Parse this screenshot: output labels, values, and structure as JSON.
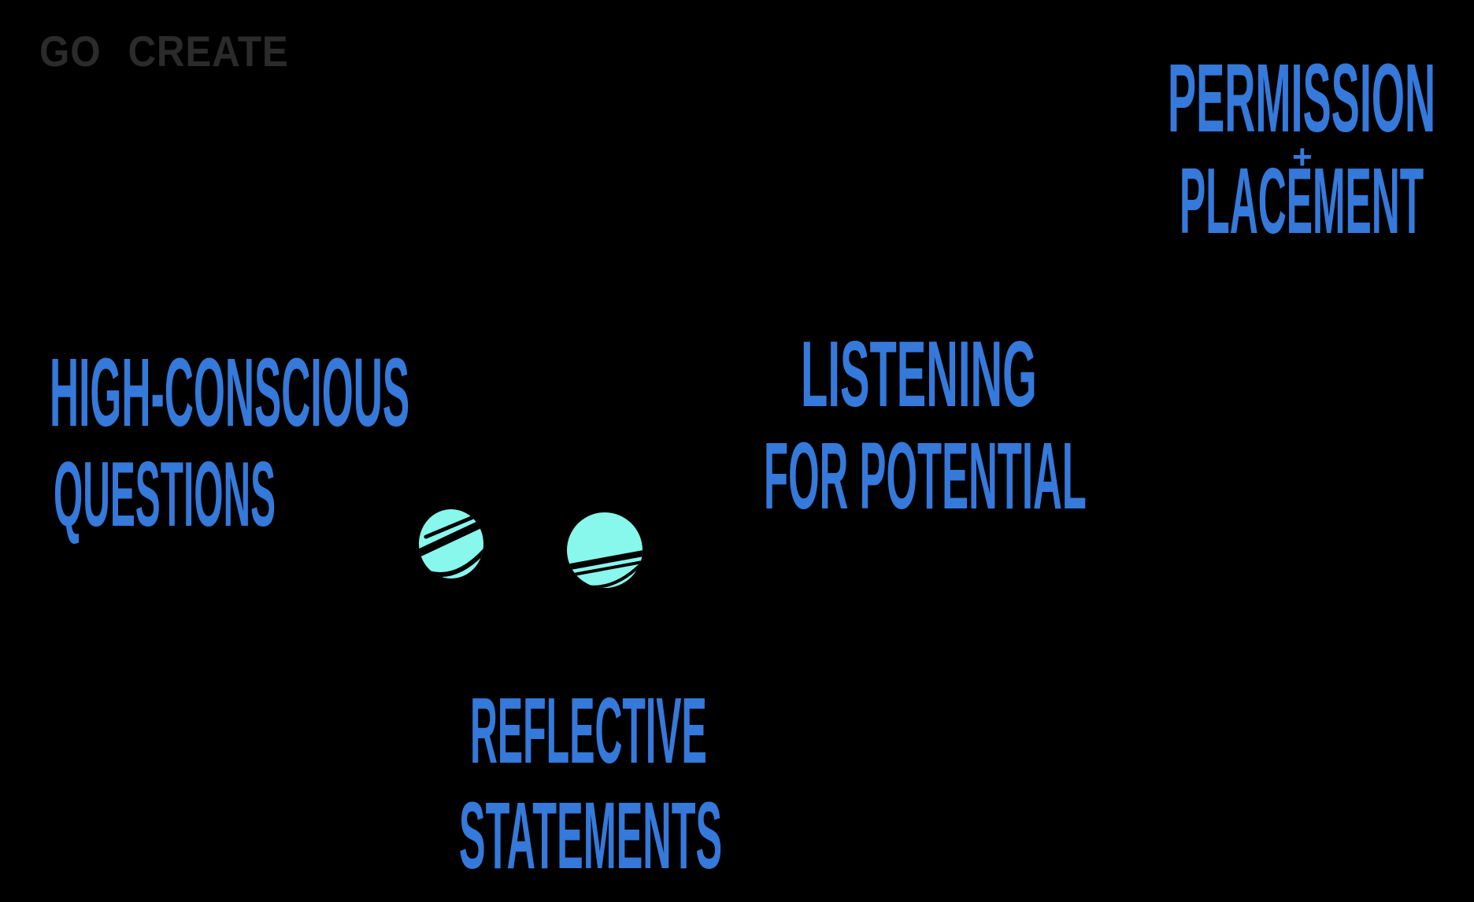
{
  "colors": {
    "background": "#000000",
    "accent_blue": "#3579DA",
    "eye_cyan": "#88F7EC",
    "logo_gray": "#2B2B2B"
  },
  "logo": {
    "go": "GO",
    "create": "CREATE"
  },
  "labels": {
    "permission_placement": {
      "line1": "PERMISSION",
      "plus": "+",
      "line2": "PLACEMENT"
    },
    "high_conscious_questions": {
      "line1": "HIGH-CONSCIOUS",
      "line2": "QUESTIONS"
    },
    "listening_for_potential": {
      "line1": "LISTENING",
      "line2": "FOR POTENTIAL"
    },
    "reflective_statements": {
      "line1": "REFLECTIVE",
      "line2": "STATEMENTS"
    }
  },
  "icons": {
    "left_eye": "cartoon-eye-glancing-left",
    "right_eye": "cartoon-eye-glancing-down"
  }
}
